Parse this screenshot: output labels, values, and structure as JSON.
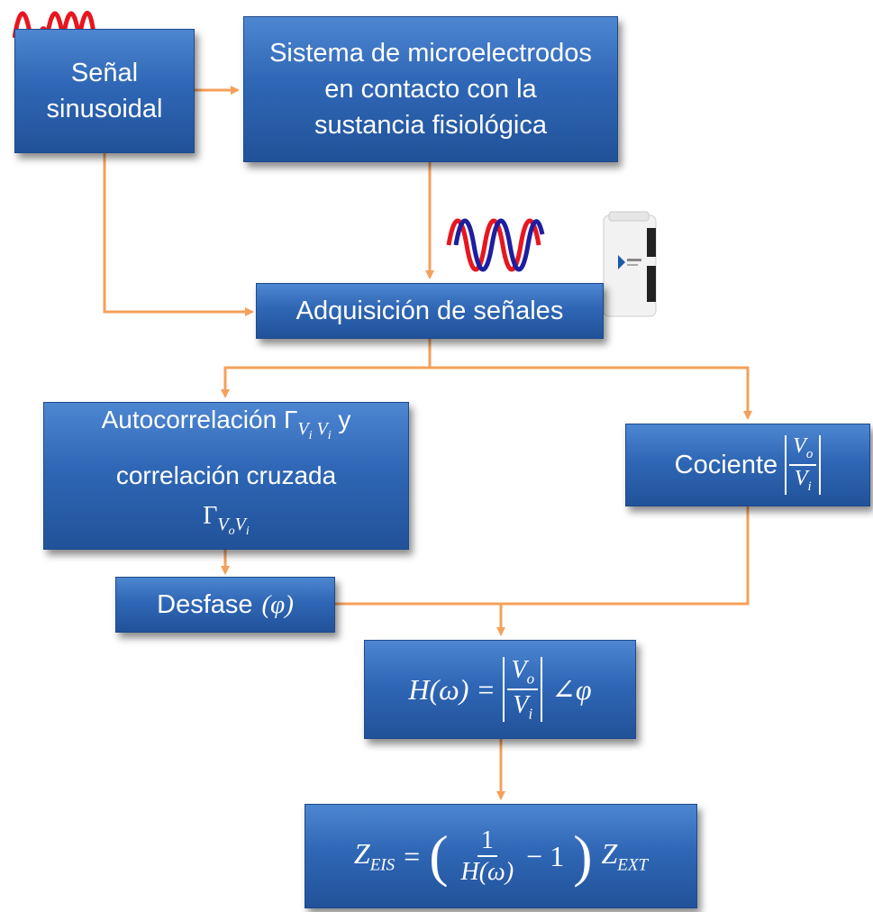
{
  "nodes": {
    "signal": {
      "line1": "Señal",
      "line2": "sinusoidal"
    },
    "electrodes": {
      "line1": "Sistema de microelectrodos",
      "line2": "en contacto con la",
      "line3": "sustancia fisiológica"
    },
    "acquisition": {
      "label": "Adquisición de señales"
    },
    "correlation": {
      "line1_text": "Autocorrelación Γ",
      "line1_sub": "V",
      "line1_subsub": "i",
      "line1_sub2": "V",
      "line1_sub2sub": "i",
      "line1_tail": "y",
      "line2": "correlación cruzada",
      "line3_gamma": "Γ",
      "line3_sub": "V",
      "line3_subsub1": "o",
      "line3_sub2": "V",
      "line3_subsub2": "i"
    },
    "quotient": {
      "label": "Cociente",
      "num": "V",
      "num_sub": "o",
      "den": "V",
      "den_sub": "i"
    },
    "phase": {
      "label": "Desfase",
      "symbol": "(φ)"
    },
    "transfer": {
      "lhs": "H(ω)",
      "eq": "=",
      "num": "V",
      "num_sub": "o",
      "den": "V",
      "den_sub": "i",
      "angle": "∠φ"
    },
    "impedance": {
      "lhs": "Z",
      "lhs_sub": "EIS",
      "eq": "=",
      "num": "1",
      "den": "H(ω)",
      "minus": "− 1",
      "rhs": "Z",
      "rhs_sub": "EXT"
    }
  },
  "colors": {
    "box": "#2f67b6",
    "arrow": "#f5a05a",
    "sine_red": "#e8161e",
    "sine_blue": "#1e1ea0"
  },
  "icons": [
    "sine-wave-icon",
    "dual-sine-wave-icon",
    "daq-device-icon"
  ]
}
